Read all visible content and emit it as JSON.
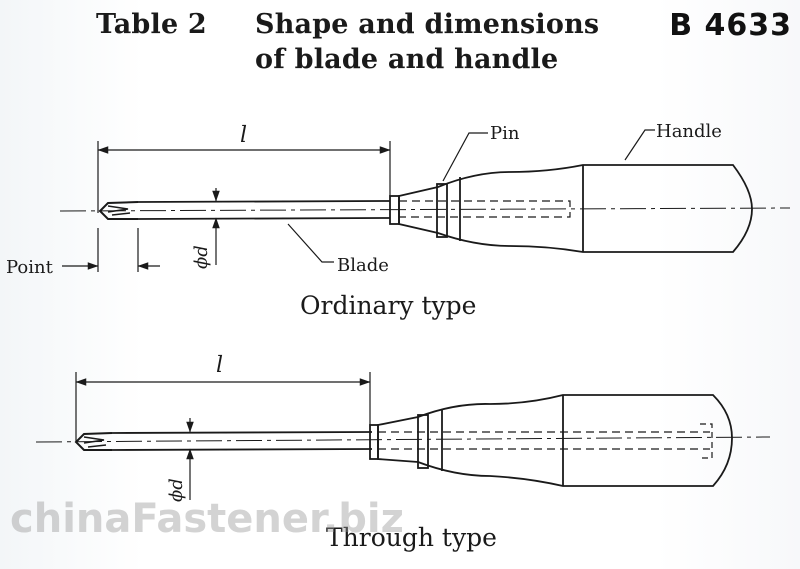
{
  "header": {
    "table_no": "Table 2",
    "title_line_1": "Shape and dimensions",
    "title_line_2": "of blade and handle",
    "standard": "B 4633"
  },
  "labels": {
    "pin": "Pin",
    "handle": "Handle",
    "blade": "Blade",
    "point": "Point",
    "length_symbol": "l",
    "diameter_symbol": "ϕd"
  },
  "captions": {
    "ordinary": "Ordinary type",
    "through": "Through type"
  },
  "watermark": "chinaFastener.biz",
  "colors": {
    "line": "#1a1a1a",
    "watermark": "#9a9a9a"
  }
}
